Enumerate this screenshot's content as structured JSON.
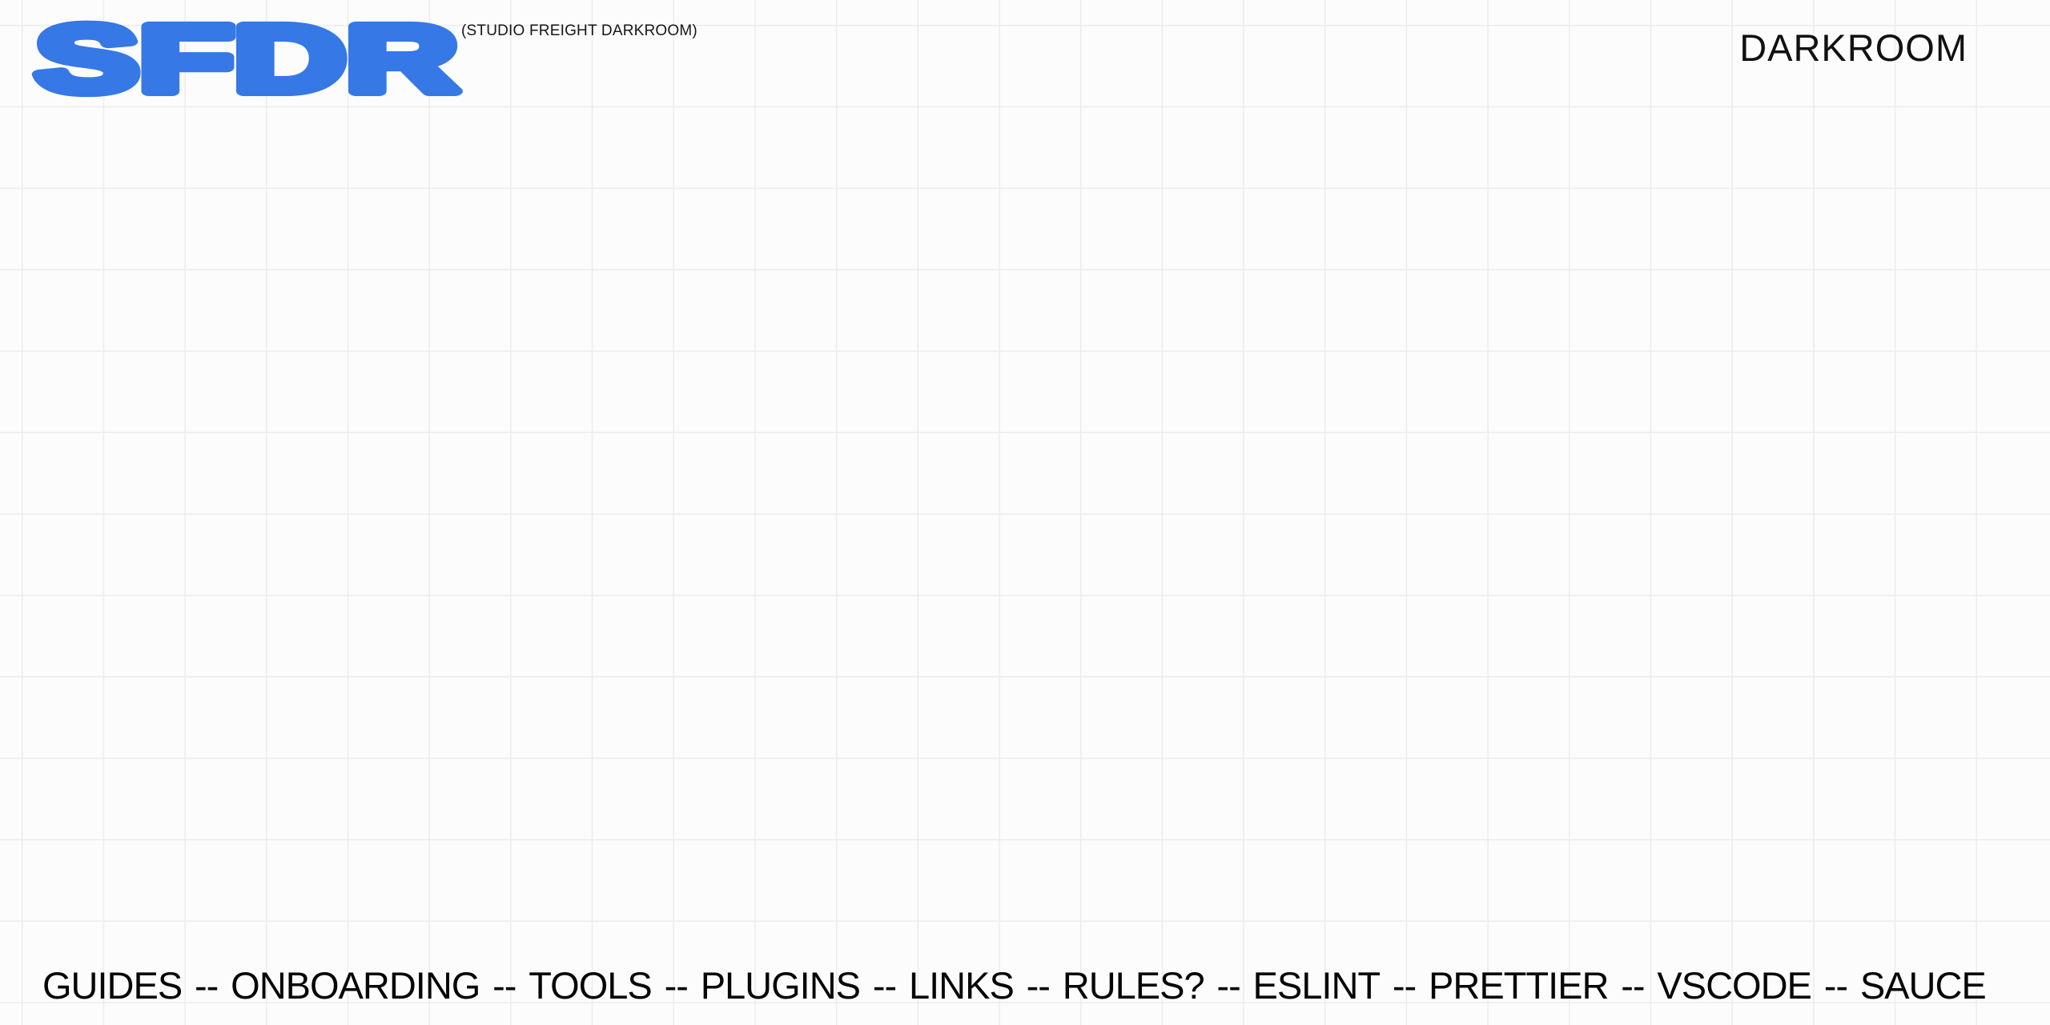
{
  "page": {
    "background_color": "#fcfcfc",
    "grid_line_color": "#ececec",
    "text_color": "#0d0d0d"
  },
  "header": {
    "logo_text": "SFDR",
    "logo_color": "#3578e6",
    "logo_subtitle": "(STUDIO FREIGHT DARKROOM)",
    "wordmark": "DARKROOM"
  },
  "marquee": {
    "separator": "--",
    "items": [
      "GUIDES",
      "ONBOARDING",
      "TOOLS",
      "PLUGINS",
      "LINKS",
      "RULES?",
      "ESLINT",
      "PRETTIER",
      "VSCODE",
      "SAUCE"
    ]
  }
}
